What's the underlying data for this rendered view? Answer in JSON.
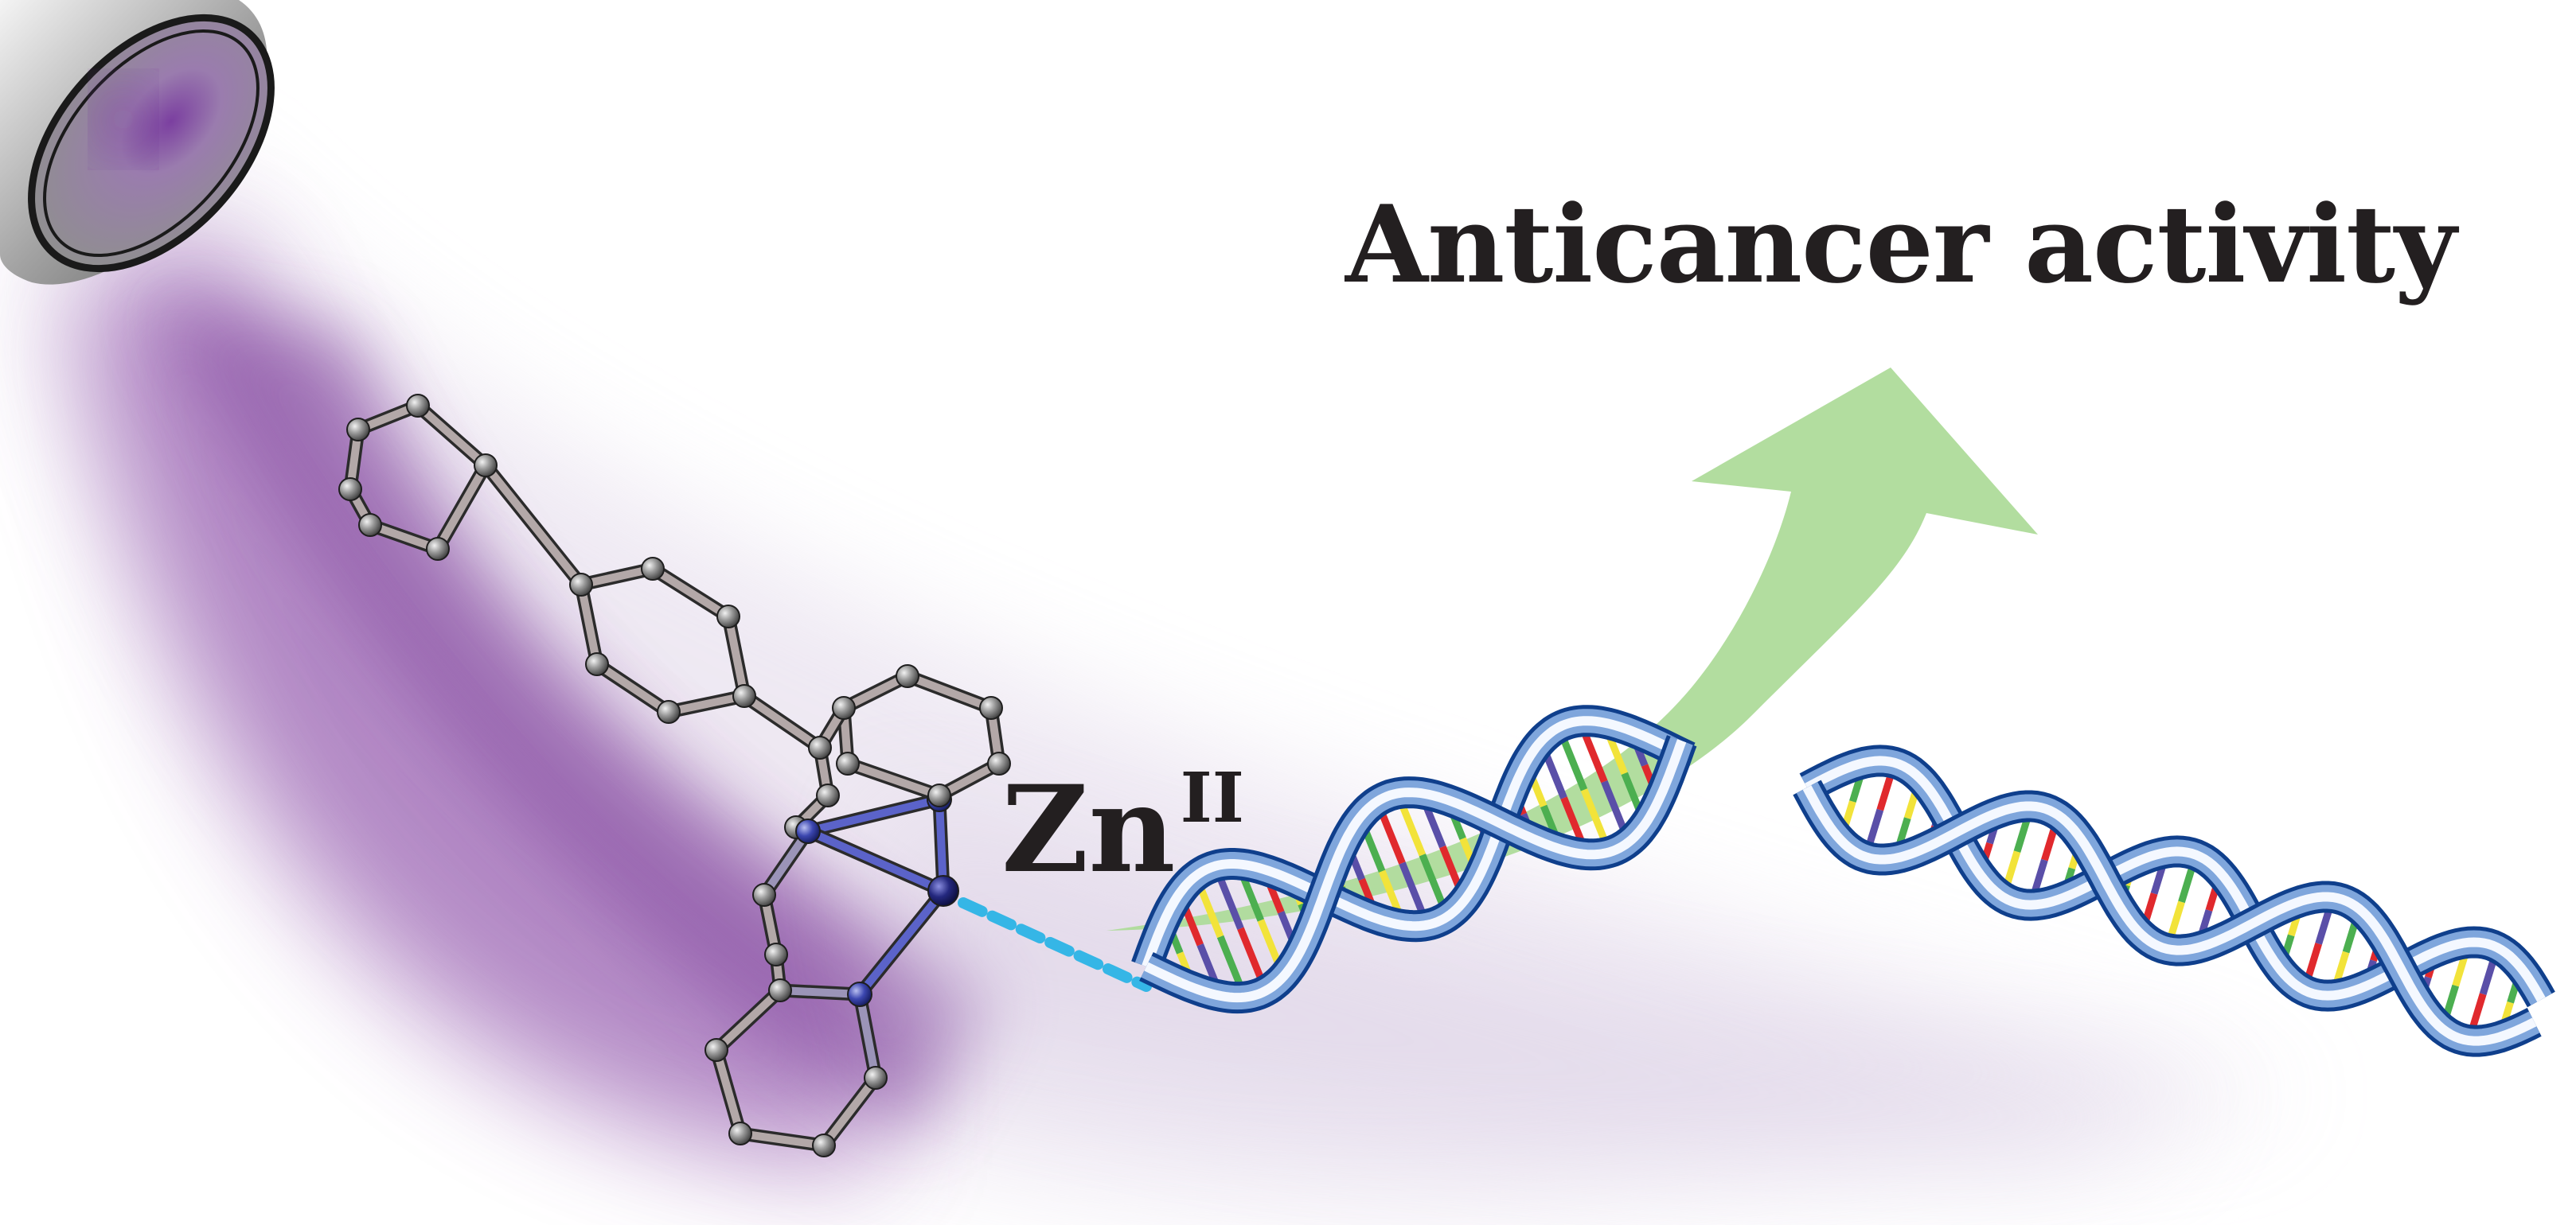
{
  "title": "Anticancer activity",
  "metal_label": {
    "element": "Zn",
    "oxidation_state": "II"
  },
  "colors": {
    "light_beam": "#7a3a98",
    "arrow": "#aedb9a",
    "dna_strand": "#2a5cb0",
    "metal_atom": "#2e2f8f",
    "carbon_atom": "#8a8a8a",
    "interaction_line": "#35b6e6",
    "text": "#231f20"
  },
  "icons": [
    "lamp-icon",
    "light-beam",
    "zinc-complex-molecule",
    "dna-helix-icon",
    "cleaved-dna-helix-icon",
    "green-curved-arrow"
  ]
}
